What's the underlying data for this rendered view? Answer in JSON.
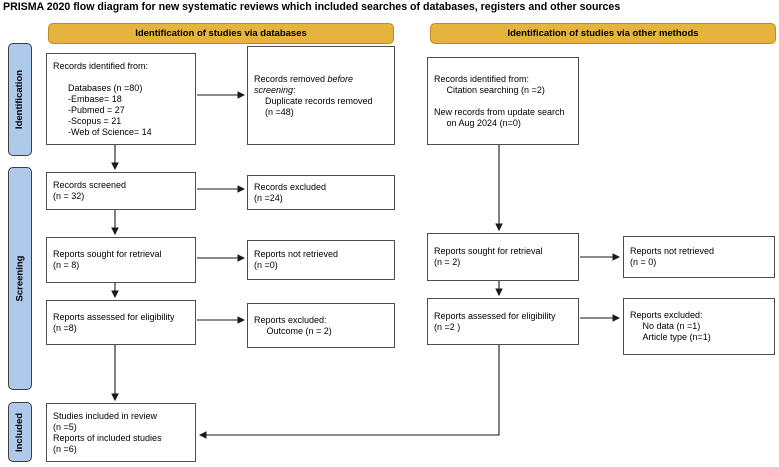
{
  "title": "PRISMA 2020 flow diagram for new systematic reviews which included searches of databases, registers and other sources",
  "headers": {
    "databases": "Identification of studies via databases",
    "other_methods": "Identification of studies via other methods"
  },
  "stages": {
    "identification": "Identification",
    "screening": "Screening",
    "included": "Included"
  },
  "boxes": {
    "records_identified_databases": "Records identified from:\n\n      Databases (n =80)\n      -Embase= 18\n      -Pubmed = 27\n      -Scopus = 21\n      -Web of Science= 14",
    "records_removed": {
      "normal": "Records removed ",
      "italic": "before screening",
      "colon": ":",
      "detail": "Duplicate records removed\n(n =48)"
    },
    "records_screened": "Records screened\n(n = 32)",
    "records_excluded": "Records excluded\n(n =24)",
    "reports_sought_databases": "Reports sought for retrieval\n(n = 8)",
    "reports_not_retrieved_databases": "Reports not retrieved\n(n =0)",
    "reports_assessed_databases": "Reports assessed for eligibility\n(n =8)",
    "reports_excluded_databases": "Reports excluded:\n     Outcome (n = 2)",
    "studies_included": "Studies included in review\n(n =5)\nReports of included studies\n(n =6)",
    "records_identified_other": "Records identified from:\n     Citation searching (n =2)\n\nNew records from update search\n     on Aug 2024 (n=0)",
    "reports_sought_other": "Reports sought for retrieval\n(n = 2)",
    "reports_not_retrieved_other": "Reports not retrieved\n(n = 0)",
    "reports_assessed_other": "Reports assessed for eligibility\n(n =2 )",
    "reports_excluded_other": "Reports excluded:\n     No data (n =1)\n     Article type (n=1)"
  },
  "colors": {
    "header_fill": "#E6B33D",
    "header_border": "#BD8E16",
    "stage_fill": "#AEC9E9",
    "stage_border": "#3F3F3F",
    "box_border": "#4D4D4D",
    "arrow": "#1A1A1A",
    "background": "#FFFFFF"
  }
}
